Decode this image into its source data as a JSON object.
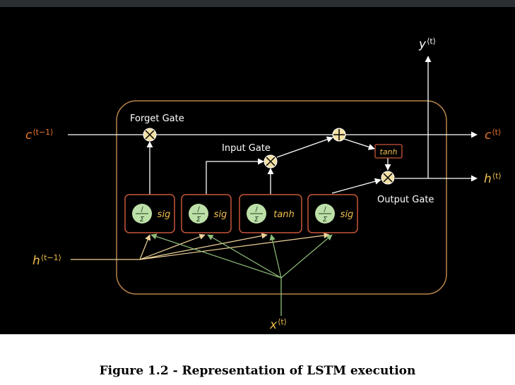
{
  "diagram": {
    "inputs": {
      "c_prev": {
        "base": "c",
        "sup": "⟨t−1⟩"
      },
      "h_prev": {
        "base": "h",
        "sup": "⟨t−1⟩"
      },
      "x": {
        "base": "x",
        "sup": "⟨t⟩"
      }
    },
    "outputs": {
      "c_out": {
        "base": "c",
        "sup": "⟨t⟩"
      },
      "h_out": {
        "base": "h",
        "sup": "⟨t⟩"
      },
      "y_out": {
        "base": "y",
        "sup": "⟨t⟩"
      }
    },
    "gate_labels": {
      "forget": "Forget Gate",
      "input": "Input Gate",
      "output": "Output Gate"
    },
    "units": [
      {
        "activation": "sig",
        "fraction_top": "∕",
        "fraction_bottom": "Σ"
      },
      {
        "activation": "sig",
        "fraction_top": "∕",
        "fraction_bottom": "Σ"
      },
      {
        "activation": "tanh",
        "fraction_top": "∕",
        "fraction_bottom": "Σ"
      },
      {
        "activation": "sig",
        "fraction_top": "∕",
        "fraction_bottom": "Σ"
      }
    ],
    "tanh_box_label": "tanh",
    "operators": {
      "multiply": "×",
      "add": "+"
    },
    "colors": {
      "background": "#000000",
      "cell_border": "#b7834b",
      "unit_border": "#c8563a",
      "unit_circle": "#bde0a9",
      "op_fill": "#f3e0a4",
      "arrow": "#ffffff",
      "h_line": "#f0d49a",
      "x_line": "#8fbf7a",
      "var_text": "#f0bf4e",
      "c_text": "#ef7a2d",
      "label_text": "#ffffff"
    }
  },
  "caption": "Figure 1.2 - Representation of LSTM execution"
}
